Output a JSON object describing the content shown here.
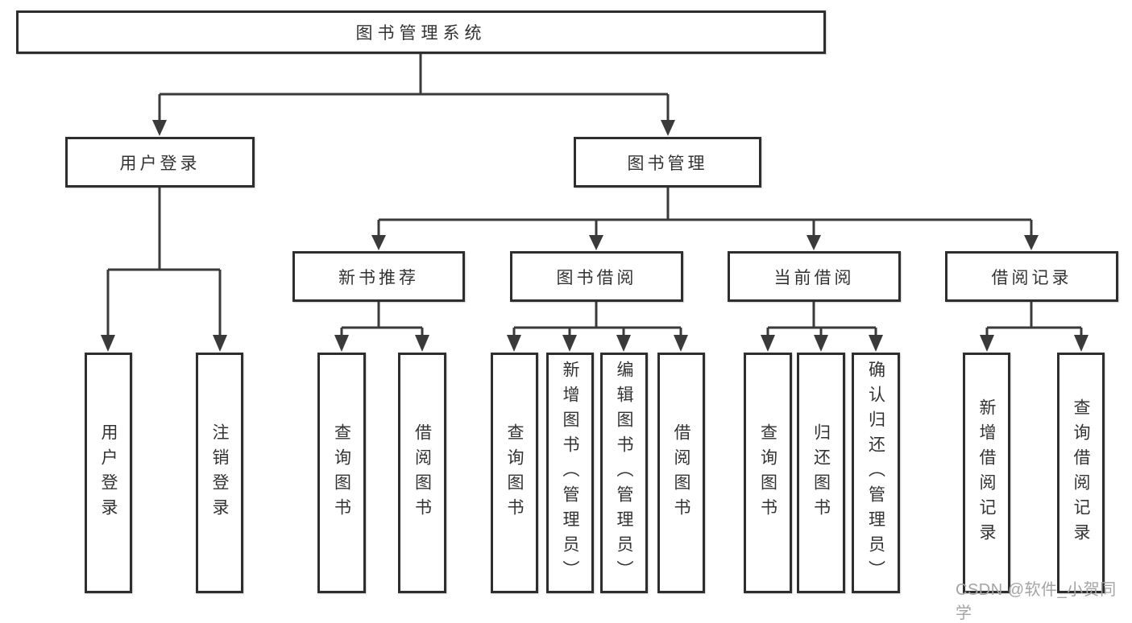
{
  "diagram": {
    "root": {
      "label": "图书管理系统"
    },
    "branches": [
      {
        "label": "用户登录",
        "leaves": [
          {
            "label": "用户登录"
          },
          {
            "label": "注销登录"
          }
        ]
      },
      {
        "label": "图书管理",
        "groups": [
          {
            "label": "新书推荐",
            "leaves": [
              {
                "label": "查询图书"
              },
              {
                "label": "借阅图书"
              }
            ]
          },
          {
            "label": "图书借阅",
            "leaves": [
              {
                "label": "查询图书"
              },
              {
                "label": "新增图书（管理员）"
              },
              {
                "label": "编辑图书（管理员）"
              },
              {
                "label": "借阅图书"
              }
            ]
          },
          {
            "label": "当前借阅",
            "leaves": [
              {
                "label": "查询图书"
              },
              {
                "label": "归还图书"
              },
              {
                "label": "确认归还（管理员）"
              }
            ]
          },
          {
            "label": "借阅记录",
            "leaves": [
              {
                "label": "新增借阅记录"
              },
              {
                "label": "查询借阅记录"
              }
            ]
          }
        ]
      }
    ]
  },
  "watermark": {
    "text": "CSDN @软件_小贺同学"
  },
  "colors": {
    "line": "#3a3a3a",
    "border": "#2e2e2e",
    "text": "#333333",
    "watermark": "#a4a4a4",
    "background": "#ffffff"
  }
}
